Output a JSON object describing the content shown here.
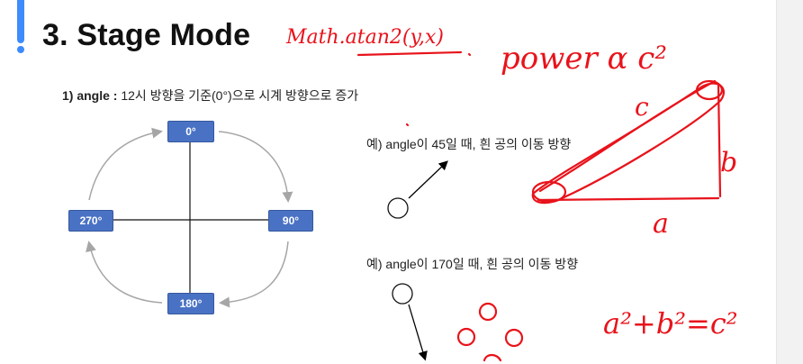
{
  "slide": {
    "title": "3. Stage Mode",
    "subtitle_prefix": "1) angle :",
    "subtitle_text": "12시 방향을 기준(0°)으로 시계 방향으로 증가",
    "example1": "예) angle이 45일 때, 흰 공의 이동 방향",
    "example2": "예) angle이 170일 때, 흰 공의 이동 방향"
  },
  "angles": {
    "a0": "0°",
    "a90": "90°",
    "a180": "180°",
    "a270": "270°"
  },
  "handwriting": {
    "note1": "Math.atan2(y,x)",
    "note2": "power α c²",
    "side_c": "c",
    "side_b": "b",
    "side_a": "a",
    "pythagoras": "a²+b²=c²"
  },
  "colors": {
    "accent": "#3d8bfd",
    "badge": "#4a72c4",
    "ink": "#e8131b"
  }
}
